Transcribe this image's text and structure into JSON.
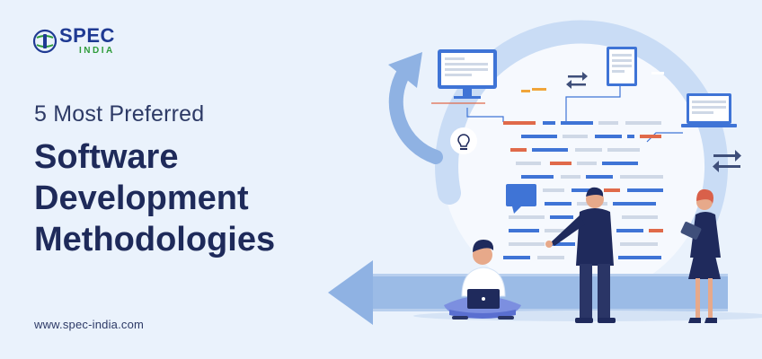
{
  "brand": {
    "name": "SPEC",
    "region": "INDIA",
    "colors": {
      "primary": "#1f3a93",
      "accent": "#2e9c3a"
    }
  },
  "headline": {
    "kicker": "5 Most Preferred",
    "lines": [
      "Software",
      "Development",
      "Methodologies"
    ]
  },
  "footer": {
    "website": "www.spec-india.com"
  },
  "palette": {
    "background": "#eaf2fc",
    "ring": "#c9dcf5",
    "arrow": "#8fb2e3",
    "dash_blue": "#3f74d6",
    "dash_orange": "#e06a4a",
    "dash_grey": "#cfd8e6",
    "navy": "#1f2a5c"
  },
  "icons": [
    "globe-logo-icon",
    "monitor-icon",
    "document-icon",
    "laptop-icon",
    "lightbulb-icon",
    "chat-bubble-icon",
    "swap-arrows-icon",
    "cycle-arrow-icon",
    "left-arrow-icon"
  ]
}
